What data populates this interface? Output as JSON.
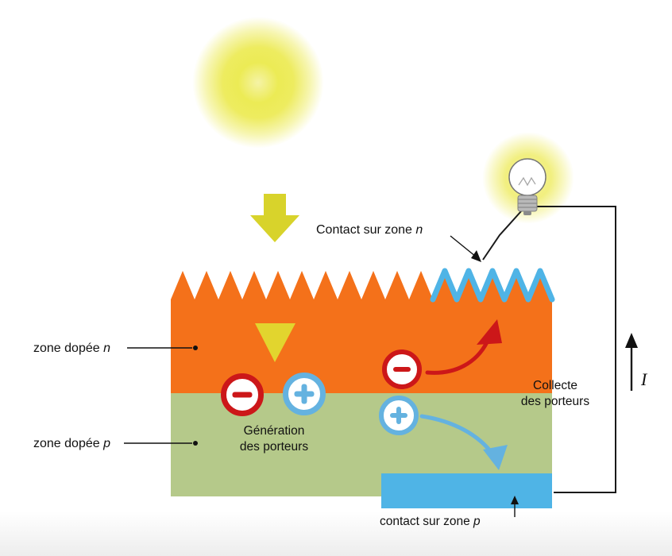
{
  "figure": {
    "type": "diagram",
    "subject": "Fonctionnement d'une cellule photovoltaïque"
  },
  "labels": {
    "contact_n": {
      "prefix": "Contact sur zone ",
      "italic": "n"
    },
    "zone_n": {
      "prefix": "zone dopée ",
      "italic": "n"
    },
    "zone_p": {
      "prefix": "zone dopée ",
      "italic": "p"
    },
    "generation": {
      "line1": "Génération",
      "line2": "des porteurs"
    },
    "collection": {
      "line1": "Collecte",
      "line2": "des porteurs"
    },
    "contact_p": {
      "prefix": "contact sur zone ",
      "italic": "p"
    },
    "current": "I"
  },
  "colors": {
    "n_layer_orange": "#f4711a",
    "p_layer_green": "#b5c98a",
    "contact_blue": "#4fb4e6",
    "arrow_yellow": "#d8d32b",
    "photon_yellow": "#e2d52e",
    "electron_red": "#cc1719",
    "hole_blue": "#64b2e0",
    "wire_black": "#1a1a1a"
  }
}
